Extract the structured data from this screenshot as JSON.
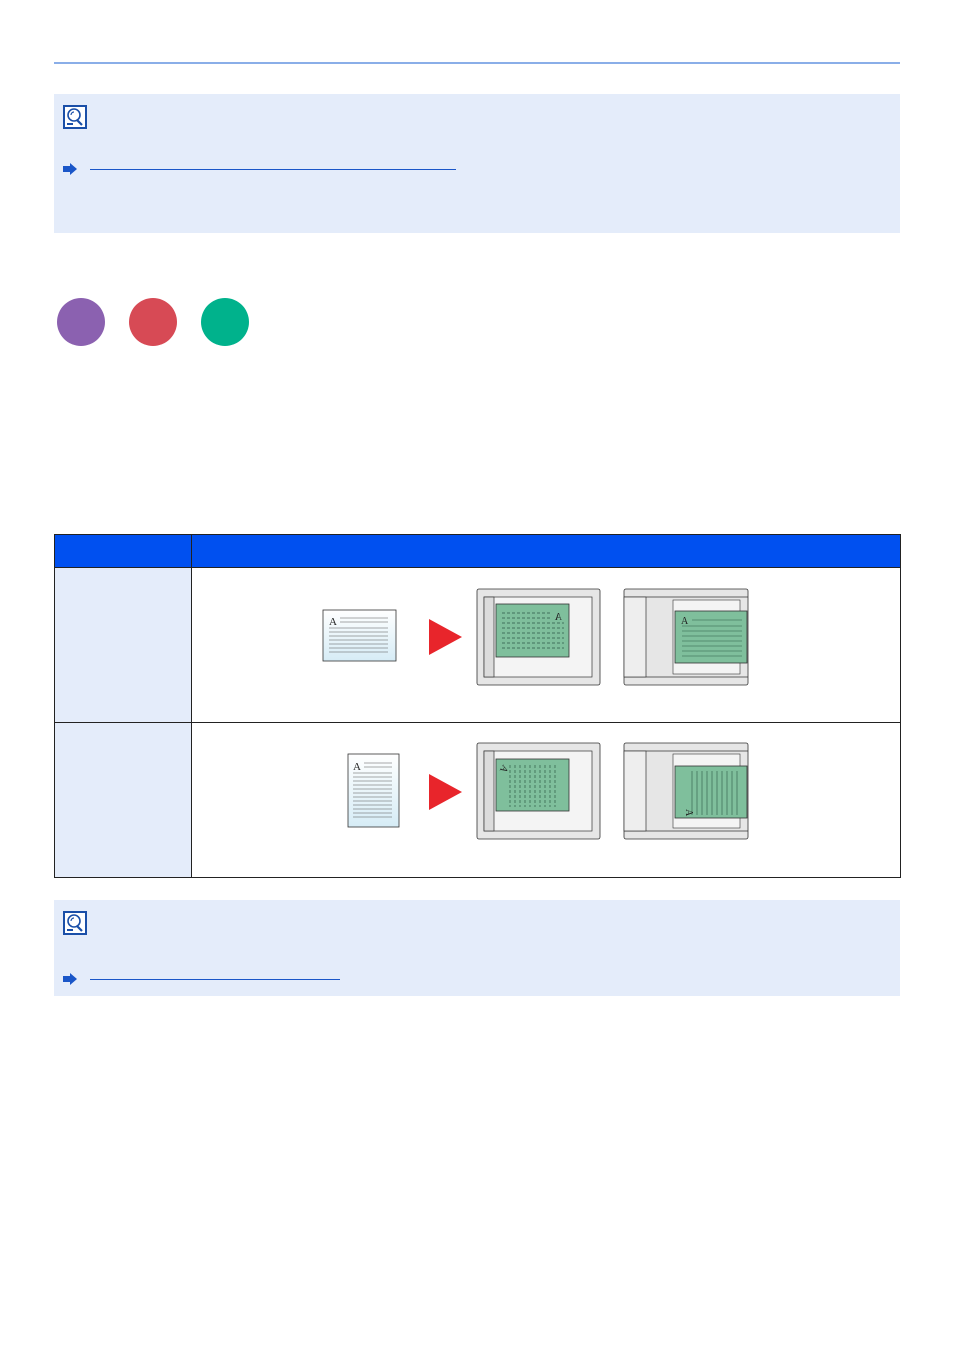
{
  "header": {
    "rule_color": "#8aaee8"
  },
  "note_top": {
    "icon": "note-icon",
    "link_text": ""
  },
  "badges": [
    {
      "name": "copy-badge",
      "color": "#8b61b0"
    },
    {
      "name": "send-badge",
      "color": "#d74a55"
    },
    {
      "name": "fax-badge",
      "color": "#00b28c"
    }
  ],
  "table": {
    "header_bg": "#0050f0",
    "columns": [
      "",
      ""
    ],
    "rows": [
      {
        "label": "",
        "figure": "landscape-original-placement",
        "glyph": "A"
      },
      {
        "label": "",
        "figure": "portrait-original-placement",
        "glyph": "A"
      }
    ]
  },
  "note_bottom": {
    "icon": "note-icon",
    "link_text": ""
  },
  "colors": {
    "note_bg": "#e4ecfa",
    "link": "#1a56c8",
    "arrow_red": "#e8252b",
    "document_green": "#7fbf9c"
  }
}
